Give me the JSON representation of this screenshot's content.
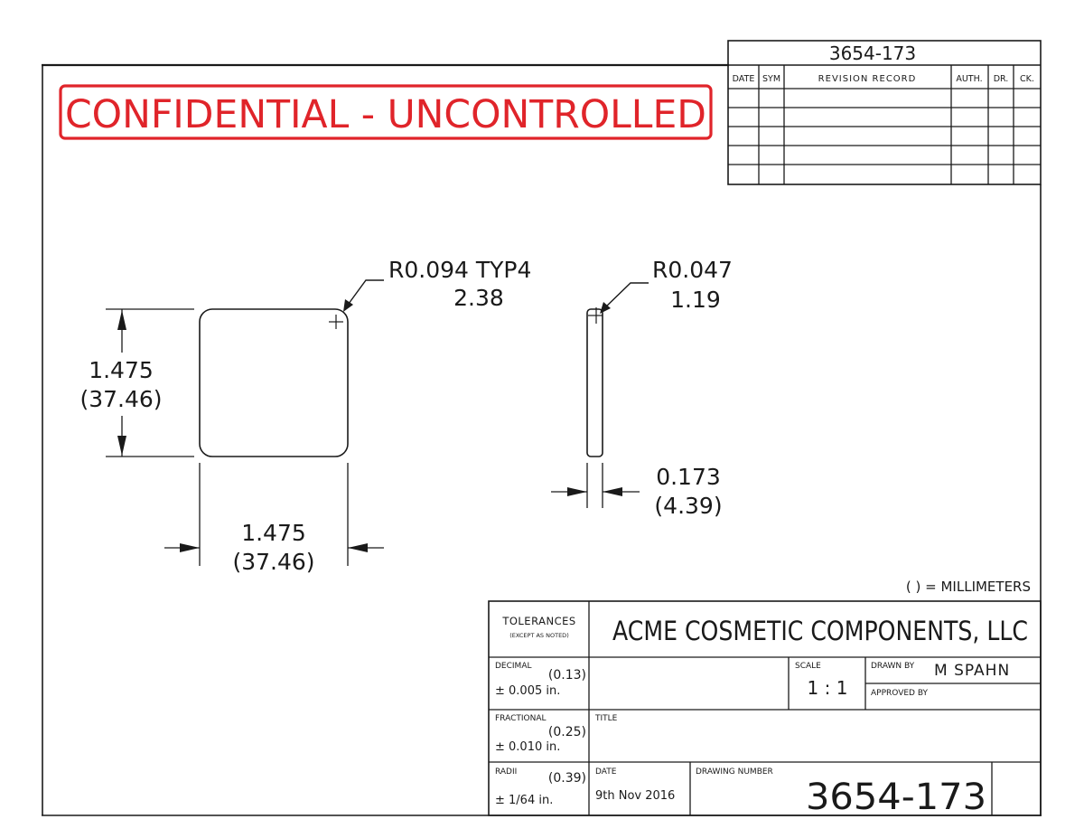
{
  "drawing_number_top": "3654-173",
  "revision_table": {
    "headers": [
      "DATE",
      "SYM",
      "REVISION RECORD",
      "AUTH.",
      "DR.",
      "CK."
    ]
  },
  "stamp": "CONFIDENTIAL - UNCONTROLLED",
  "stamp_color": "#e0242a",
  "dimensions": {
    "front_radius_label": "R0.094 TYP4",
    "front_radius_mm": "2.38",
    "height_in": "1.475",
    "height_mm": "(37.46)",
    "width_in": "1.475",
    "width_mm": "(37.46)",
    "side_radius_label": "R0.047",
    "side_radius_mm": "1.19",
    "thickness_in": "0.173",
    "thickness_mm": "(4.39)"
  },
  "units_note": "( ) = MILLIMETERS",
  "title_block": {
    "tolerances": "TOLERANCES",
    "tolerances_note": "(EXCEPT AS NOTED)",
    "company": "ACME COSMETIC COMPONENTS, LLC",
    "decimal_label": "DECIMAL",
    "decimal_mm": "(0.13)",
    "decimal_tol": "± 0.005 in.",
    "fractional_label": "FRACTIONAL",
    "fractional_mm": "(0.25)",
    "fractional_tol": "± 0.010 in.",
    "radii_label": "RADII",
    "radii_mm": "(0.39)",
    "radii_tol": "± 1/64 in.",
    "scale_label": "SCALE",
    "scale_value": "1 : 1",
    "drawn_by_label": "DRAWN BY",
    "drawn_by_value": "M SPAHN",
    "approved_by_label": "APPROVED BY",
    "title_label": "TITLE",
    "date_label": "DATE",
    "date_value": "9th Nov 2016",
    "drawing_number_label": "DRAWING NUMBER",
    "drawing_number_value": "3654-173"
  }
}
